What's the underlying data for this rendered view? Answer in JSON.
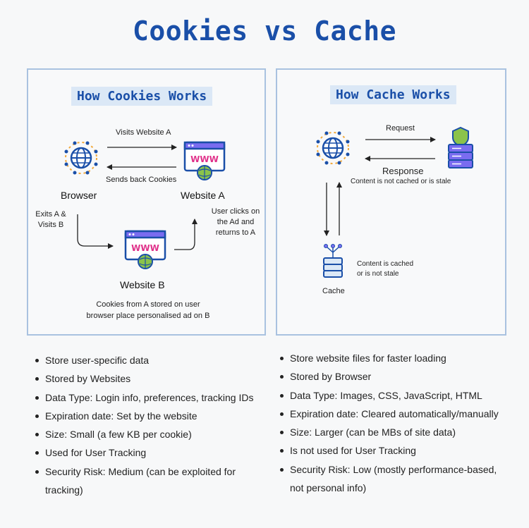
{
  "title": "Cookies vs Cache",
  "cookies": {
    "heading": "How Cookies Works",
    "browser_label": "Browser",
    "website_a_label": "Website A",
    "website_b_label": "Website B",
    "visits_label": "Visits Website A",
    "sends_back_label": "Sends back Cookies",
    "exits_label": [
      "Exits A &",
      "Visits B"
    ],
    "user_clicks_label": [
      "User clicks on",
      "the Ad and",
      "returns to A"
    ],
    "bottom_caption": [
      "Cookies from A stored on user",
      "browser place personalised ad on B"
    ],
    "www_text": "WWW",
    "bullets": [
      "Store user-specific data",
      "Stored by Websites",
      "Data Type: Login info, preferences, tracking IDs",
      "Expiration date: Set by the website",
      "Size: Small (a few KB per cookie)",
      "Used for User Tracking",
      "Security Risk: Medium (can be exploited for",
      "tracking)"
    ]
  },
  "cache": {
    "heading": "How Cache Works",
    "request_label": "Request",
    "response_label": "Response",
    "not_cached_label": "Content is not cached or is stale",
    "cached_label": [
      "Content is cached",
      "or is not stale"
    ],
    "cache_label": "Cache",
    "bullets": [
      "Store website files for faster loading",
      "Stored by Browser",
      "Data Type: Images, CSS, JavaScript, HTML",
      "Expiration date: Cleared automatically/manually",
      "Size: Larger (can be MBs of site data)",
      "Is not used for User Tracking",
      "Security Risk: Low (mostly performance-based,",
      "not personal info)"
    ]
  },
  "colors": {
    "title": "#1a4fa8",
    "panel_border": "#a9c2e0",
    "heading_bg": "#dbe8f6",
    "icon_blue": "#1a4fa8",
    "icon_orange": "#f2a93b",
    "icon_purple": "#7a6cf0",
    "icon_green": "#8bc34a",
    "icon_pink": "#e0318a"
  }
}
